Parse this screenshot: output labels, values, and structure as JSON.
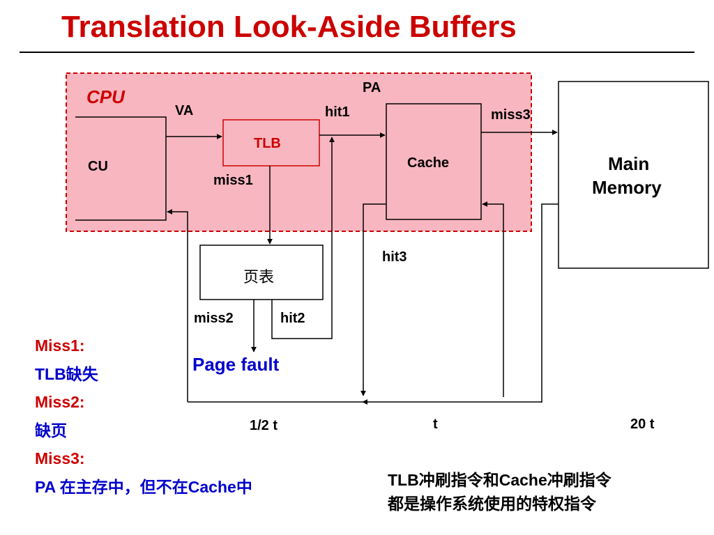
{
  "title": "Translation Look-Aside Buffers",
  "diagram": {
    "cpu_label": "CPU",
    "cu": "CU",
    "tlb": "TLB",
    "cache": "Cache",
    "main_memory_line1": "Main",
    "main_memory_line2": "Memory",
    "page_table": "页表",
    "va": "VA",
    "pa": "PA",
    "hit1": "hit1",
    "miss1": "miss1",
    "miss2": "miss2",
    "hit2": "hit2",
    "miss3": "miss3",
    "hit3": "hit3",
    "page_fault": "Page fault",
    "time_half": "1/2 t",
    "time_t": "t",
    "time_20": "20 t"
  },
  "notes": [
    {
      "text": "Miss1:",
      "color": "red"
    },
    {
      "text": "TLB缺失",
      "color": "blue"
    },
    {
      "text": "Miss2:",
      "color": "red"
    },
    {
      "text": "缺页",
      "color": "blue"
    },
    {
      "text": "Miss3:",
      "color": "red"
    },
    {
      "text": "PA 在主存中，但不在Cache中",
      "color": "blue"
    }
  ],
  "bottom_note": {
    "line1": "TLB冲刷指令和Cache冲刷指令",
    "line2": "都是操作系统使用的特权指令"
  },
  "colors": {
    "title": "#cc0000",
    "cpu_region_fill": "#f8b6c0",
    "cpu_region_border": "#cc0000",
    "note_red": "#cc0000",
    "note_blue": "#0000cc"
  }
}
